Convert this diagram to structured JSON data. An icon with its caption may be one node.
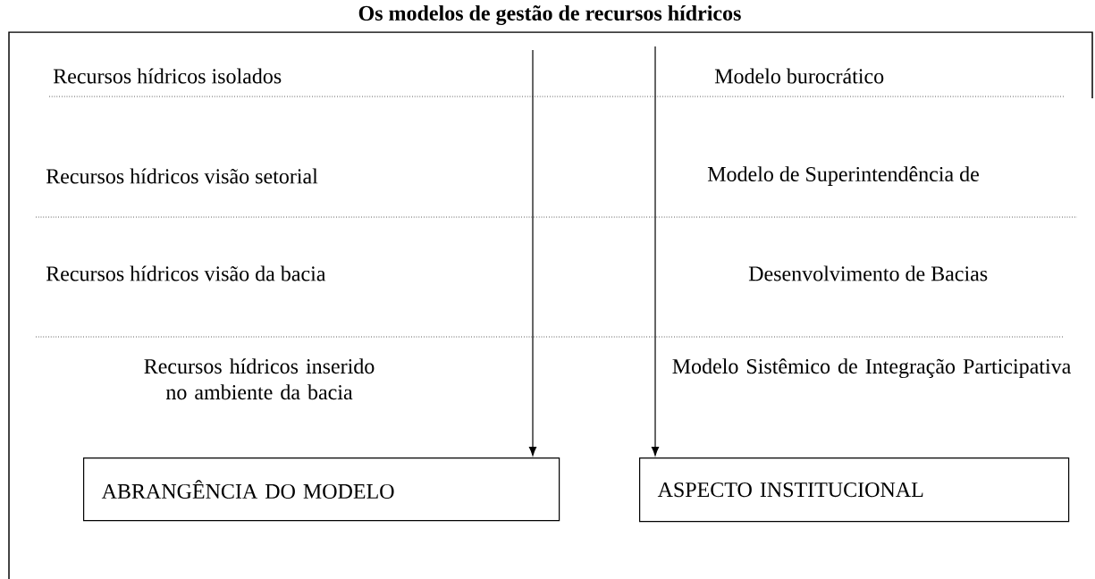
{
  "diagram": {
    "title": "Os modelos de gestão de recursos hídricos",
    "nodes": [
      {
        "text": [
          "ABRANGÊNCIA DO MODELO"
        ]
      },
      {
        "text": [
          "ASPECTO INSTITUCIONAL"
        ]
      }
    ],
    "edges": [
      {
        "from": null,
        "to": 0,
        "arrow": "to"
      },
      {
        "from": null,
        "to": 1,
        "arrow": "to"
      }
    ],
    "labels": [
      "Recursos hídricos isolados",
      "Modelo burocrático",
      "Recursos hídricos visão setorial",
      "Modelo de Superintendência de",
      "Recursos hídricos visão da bacia",
      "Desenvolvimento de Bacias",
      "Recursos hídricos inserido no ambiente da bacia",
      "Modelo  Sistêmico de Integração Participativa"
    ]
  }
}
